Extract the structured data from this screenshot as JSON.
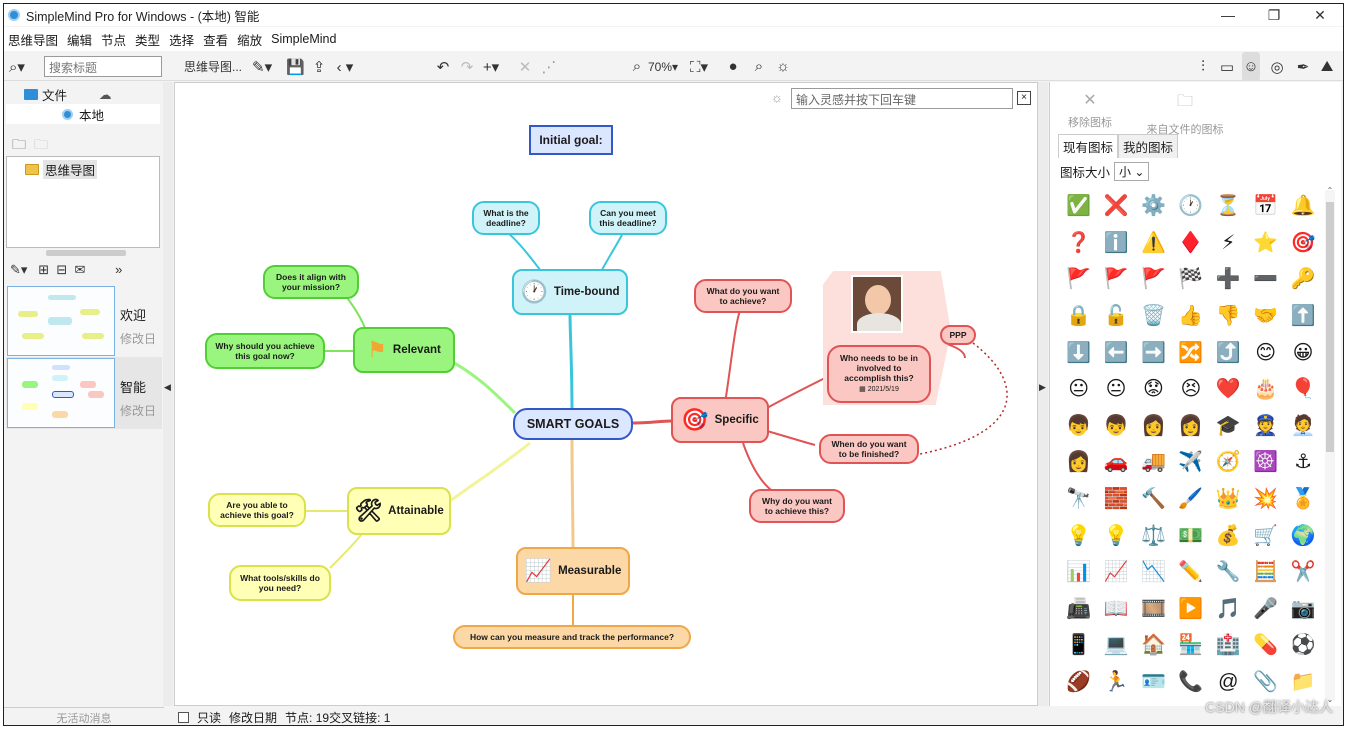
{
  "window": {
    "title": "SimpleMind Pro for Windows - (本地) 智能",
    "minimize": "—",
    "maximize": "❐",
    "close": "✕"
  },
  "menu": [
    "思维导图",
    "编辑",
    "节点",
    "类型",
    "选择",
    "查看",
    "缩放",
    "SimpleMind"
  ],
  "toolbar": {
    "search_placeholder": "搜索标题",
    "mindmap_label": "思维导图...",
    "zoom": "70%"
  },
  "left_panel": {
    "file_label": "文件",
    "local_label": "本地",
    "folder_item": "思维导图",
    "maps": [
      {
        "name": "欢迎",
        "date": "修改日"
      },
      {
        "name": "智能",
        "date": "修改日"
      }
    ],
    "status": "无活动消息"
  },
  "canvas": {
    "inspire_placeholder": "输入灵感并按下回车键",
    "initial_goal": "Initial goal:",
    "center": "SMART GOALS",
    "time_bound": "Time-bound",
    "deadline_q": "What is the deadline?",
    "meet_deadline_q": "Can you meet this deadline?",
    "relevant": "Relevant",
    "mission_q": "Does it align with your mission?",
    "why_now_q": "Why should you achieve this goal now?",
    "specific": "Specific",
    "achieve_q": "What do you want to achieve?",
    "who_q": "Who needs to be in involved to accomplish this?",
    "date_label": "2021/5/19",
    "ppp": "PPP",
    "finished_q": "When do you want to be finished?",
    "why_achieve_q": "Why do you want to achieve this?",
    "attainable": "Attainable",
    "able_q": "Are you able to achieve this goal?",
    "tools_q": "What tools/skills do you need?",
    "measurable": "Measurable",
    "measure_q": "How can you measure and track the performance?"
  },
  "right_panel": {
    "remove_icon": "移除图标",
    "file_icon": "来自文件的图标",
    "tab_existing": "现有图标",
    "tab_mine": "我的图标",
    "size_label": "图标大小",
    "size_value": "小",
    "icons": [
      "✅",
      "❌",
      "⚙️",
      "🕐",
      "⏳",
      "📅",
      "🔔",
      "❓",
      "ℹ️",
      "⚠️",
      "♦️",
      "⚡",
      "⭐",
      "🎯",
      "🚩",
      "🚩",
      "🚩",
      "🏁",
      "➕",
      "➖",
      "🔑",
      "🔒",
      "🔓",
      "🗑️",
      "👍",
      "👎",
      "🤝",
      "⬆️",
      "⬇️",
      "⬅️",
      "➡️",
      "🔀",
      "⤴️",
      "😊",
      "😀",
      "😐",
      "😐",
      "😟",
      "😣",
      "❤️",
      "🎂",
      "🎈",
      "👦",
      "👦",
      "👩",
      "👩",
      "🎓",
      "👮",
      "🧑‍💼",
      "👩",
      "🚗",
      "🚚",
      "✈️",
      "🧭",
      "☸️",
      "⚓",
      "🔭",
      "🧱",
      "🔨",
      "🖌️",
      "👑",
      "💥",
      "🏅",
      "💡",
      "💡",
      "⚖️",
      "💵",
      "💰",
      "🛒",
      "🌍",
      "📊",
      "📈",
      "📉",
      "✏️",
      "🔧",
      "🧮",
      "✂️",
      "📠",
      "📖",
      "🎞️",
      "▶️",
      "🎵",
      "🎤",
      "📷",
      "📱",
      "💻",
      "🏠",
      "🏪",
      "🏥",
      "💊",
      "⚽",
      "🏈",
      "🏃",
      "🪪",
      "📞",
      "@",
      "📎",
      "📁"
    ]
  },
  "statusbar": {
    "readonly": "只读",
    "modified": "修改日期",
    "nodes": "节点: 19",
    "cross_links": "交叉链接: 1"
  },
  "watermark": "CSDN @翻译小达人"
}
